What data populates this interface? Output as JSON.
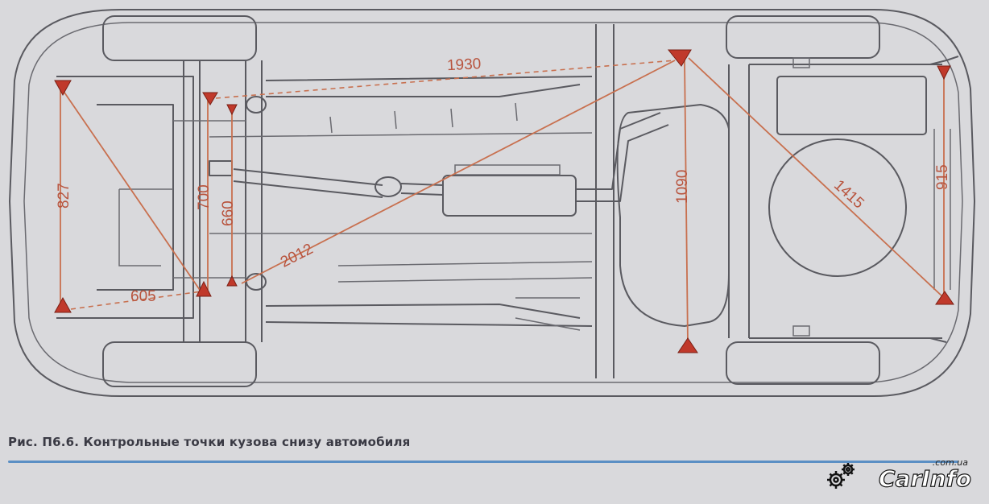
{
  "figure": {
    "caption": "Рис. П6.6. Контрольные точки кузова снизу автомобиля"
  },
  "dimensions": [
    {
      "id": "d1930",
      "label": "1930"
    },
    {
      "id": "d2012",
      "label": "2012"
    },
    {
      "id": "d827",
      "label": "827"
    },
    {
      "id": "d700",
      "label": "700"
    },
    {
      "id": "d660",
      "label": "660"
    },
    {
      "id": "d605",
      "label": "605"
    },
    {
      "id": "d1090",
      "label": "1090"
    },
    {
      "id": "d1415",
      "label": "1415"
    },
    {
      "id": "d915",
      "label": "915"
    }
  ],
  "watermark": {
    "brand": "CarInfo",
    "domain": ".com.ua",
    "icon": "gears-icon"
  },
  "colors": {
    "dimension": "#c8704f",
    "marker": "#c0392b",
    "outline": "#5a5a60",
    "rule": "#5b8fc4",
    "background": "#d9d9dc"
  }
}
